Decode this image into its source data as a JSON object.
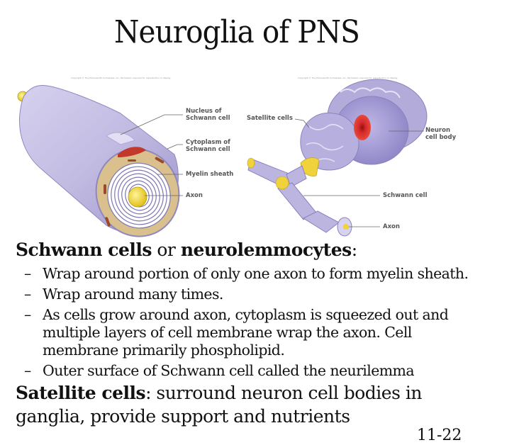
{
  "slide": {
    "title": "Neuroglia of PNS",
    "page_number": "11-22"
  },
  "figures": {
    "left": {
      "copyright": "Copyright © The McGraw-Hill Companies, Inc. Permission required for reproduction or display.",
      "labels": [
        {
          "line1": "Nucleus of",
          "line2": "Schwann cell"
        },
        {
          "line1": "Cytoplasm of",
          "line2": "Schwann cell"
        },
        {
          "line1": "Myelin sheath",
          "line2": ""
        },
        {
          "line1": "Axon",
          "line2": ""
        }
      ]
    },
    "right": {
      "copyright": "Copyright © The McGraw-Hill Companies, Inc. Permission required for reproduction or display.",
      "labels": [
        {
          "line1": "Satellite cells",
          "line2": ""
        },
        {
          "line1": "Neuron",
          "line2": "cell body"
        },
        {
          "line1": "Schwann cell",
          "line2": ""
        },
        {
          "line1": "Axon",
          "line2": ""
        }
      ]
    }
  },
  "body": {
    "schwann": {
      "term1": "Schwann cells",
      "connector": " or ",
      "term2": "neurolemmocytes",
      "colon": ":",
      "dash": "–",
      "points": [
        "Wrap around portion of only one axon to form myelin sheath.",
        "Wrap around many times.",
        "As cells grow around axon, cytoplasm is squeezed out and multiple layers of cell membrane wrap the axon. Cell membrane primarily phospholipid.",
        "Outer surface of Schwann cell called the neurilemma"
      ]
    },
    "satellite": {
      "term": "Satellite cells",
      "text": ": surround neuron cell bodies in ganglia, provide support and nutrients"
    }
  },
  "colors": {
    "membrane_purple": "#b9b3dc",
    "membrane_dark": "#8f87c0",
    "cytoplasm_tan": "#d8c18c",
    "nucleus_red": "#c0392b",
    "axon_yellow": "#f2d22e"
  }
}
